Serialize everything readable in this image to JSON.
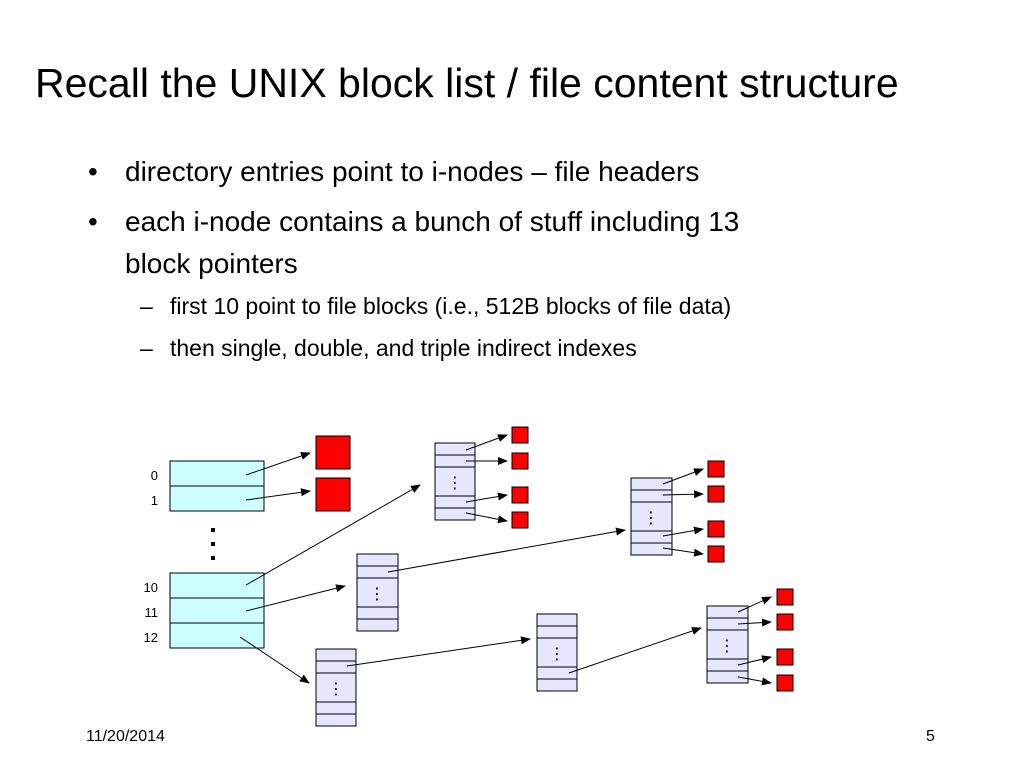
{
  "slide": {
    "title": "Recall the UNIX block list / file content structure",
    "bullets": [
      {
        "text": "directory entries point to i-nodes – file headers"
      },
      {
        "text": "each i-node contains a bunch of stuff including 13",
        "cont": "block pointers"
      }
    ],
    "sub_bullets": [
      {
        "text": "first 10 point to file blocks (i.e., 512B blocks of file data)"
      },
      {
        "text": "then single, double, and triple indirect indexes"
      }
    ],
    "bullet_glyph": "•",
    "dash_glyph": "–",
    "date": "11/20/2014",
    "page_number": "5"
  },
  "diagram": {
    "inode_labels": [
      "0",
      "1",
      "10",
      "11",
      "12"
    ],
    "ellipsis": "⋮",
    "colors": {
      "inode_fill": "#ccffff",
      "index_fill": "#e6e6ff",
      "data_block_fill": "#ff0000",
      "stroke": "#000000"
    }
  }
}
